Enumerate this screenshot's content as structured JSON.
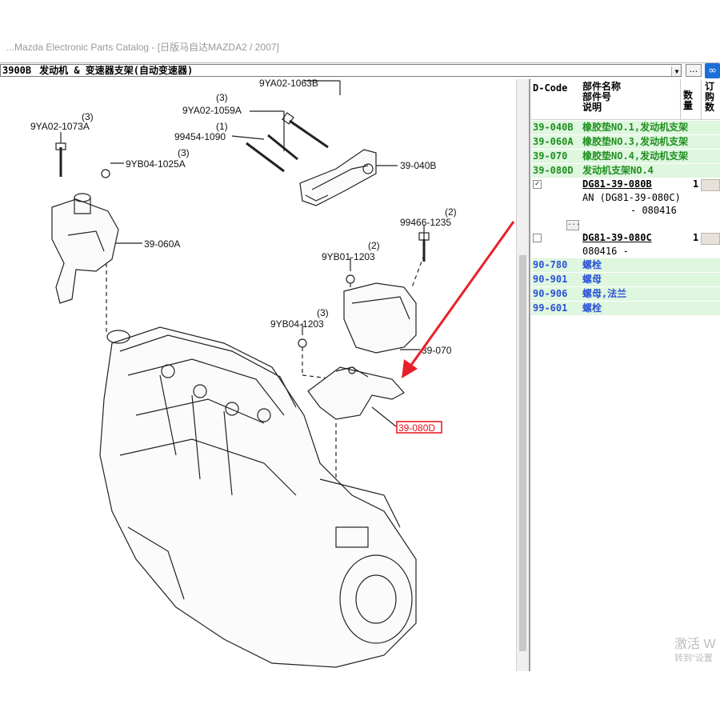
{
  "window": {
    "title": "...Mazda Electronic Parts Catalog - [日版马自达MAZDA2 / 2007]"
  },
  "category": {
    "code": "3900B",
    "name": "发动机 & 变速器支架(自动变速器)",
    "dots_label": "...",
    "dropdown_icon": "chevron-down-icon",
    "link_icon": "link-icon"
  },
  "diagram": {
    "labels": {
      "l1": "9YA02-1063B",
      "l2_qty": "(3)",
      "l2": "9YA02-1059A",
      "l3_qty": "(1)",
      "l3": "99454-1090",
      "l4": "39-040B",
      "l5_qty": "(3)",
      "l5": "9YA02-1073A",
      "l6_qty": "(3)",
      "l6": "9YB04-1025A",
      "l7": "39-060A",
      "l8_qty": "(2)",
      "l8": "99466-1235",
      "l9_qty": "(2)",
      "l9": "9YB01-1203",
      "l10_qty": "(3)",
      "l10": "9YB04-1203",
      "l11": "39-070",
      "l12": "39-080D"
    },
    "highlight_color": "#e8101a",
    "arrow_color": "#e8202a"
  },
  "parts_panel": {
    "header": {
      "dcode": "D-Code",
      "name_lines": [
        "部件名称",
        "部件号",
        "说明"
      ],
      "qty": "数量",
      "order": "订购数"
    },
    "rows": [
      {
        "code": "39-040B",
        "name": "橡胶垫NO.1,发动机支架"
      },
      {
        "code": "39-060A",
        "name": "橡胶垫NO.3,发动机支架"
      },
      {
        "code": "39-070",
        "name": "橡胶垫NO.4,发动机支架"
      },
      {
        "code": "39-080D",
        "name": "发动机支架NO.4"
      }
    ],
    "sub1": {
      "part": "DG81-39-080B",
      "qty": "1",
      "line2": "AN (DG81-39-080C)",
      "line3": "- 080416",
      "checked": true
    },
    "sub2": {
      "part": "DG81-39-080C",
      "qty": "1",
      "line2": "080416  -",
      "checked": false
    },
    "small_btn": "...",
    "rows2": [
      {
        "code": "90-780",
        "name": "螺栓"
      },
      {
        "code": "90-901",
        "name": "螺母"
      },
      {
        "code": "90-906",
        "name": "螺母,法兰"
      },
      {
        "code": "99-601",
        "name": "螺栓"
      }
    ],
    "colors": {
      "green_text": "#1f8f1f",
      "blue_text": "#2a52d6",
      "row_bg": "#dff6df"
    }
  },
  "watermark": {
    "line1": "激活 W",
    "line2": "转到\"设置"
  }
}
